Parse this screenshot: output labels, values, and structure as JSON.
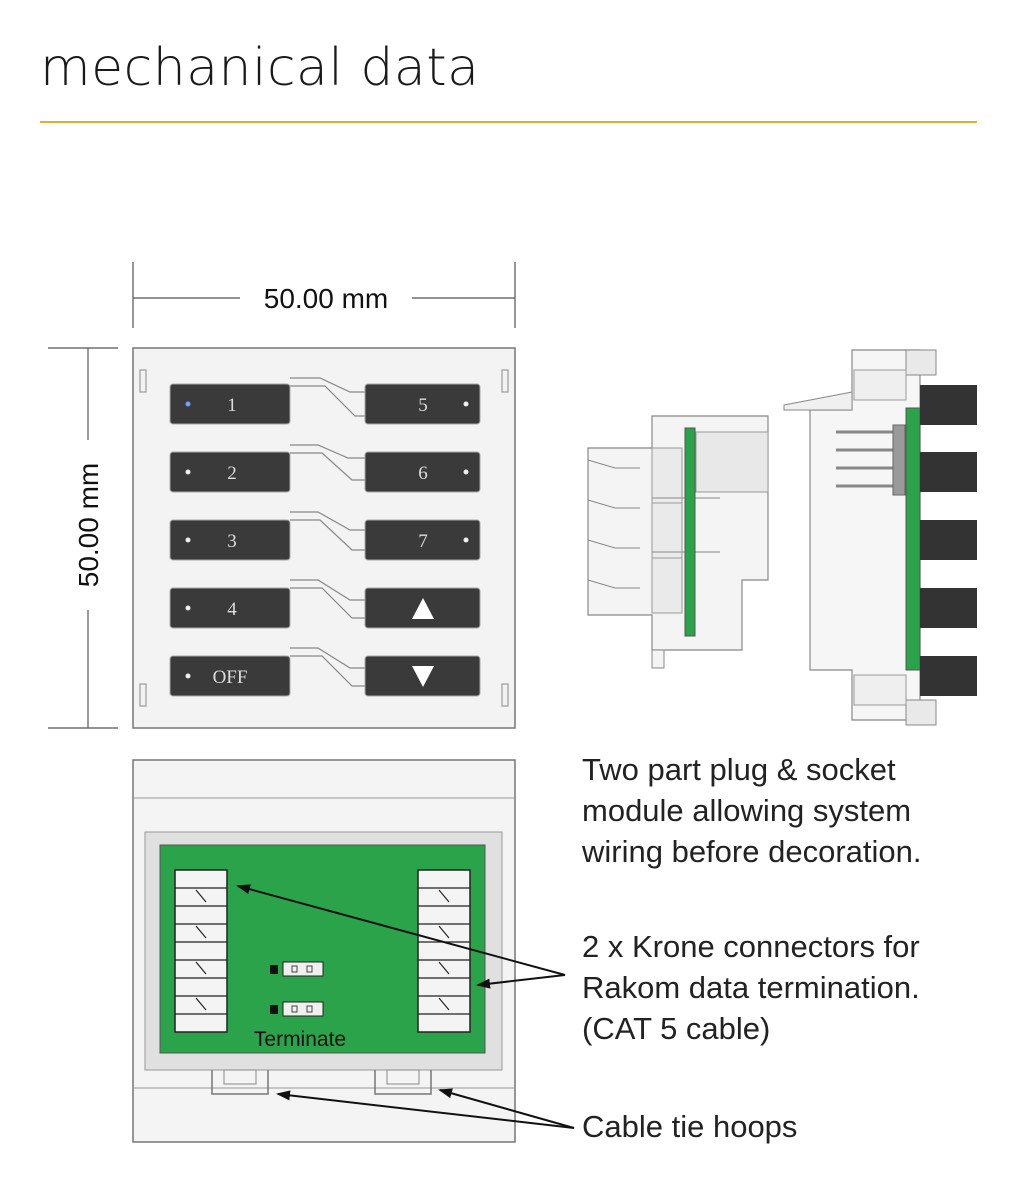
{
  "header": {
    "title": "mechanical data"
  },
  "dimensions": {
    "width_label": "50.00 mm",
    "height_label": "50.00 mm"
  },
  "keypad": {
    "left_buttons": [
      "1",
      "2",
      "3",
      "4",
      "OFF"
    ],
    "right_buttons": [
      "5",
      "6",
      "7"
    ],
    "arrow_up_icon": "triangle-up-icon",
    "arrow_down_icon": "triangle-down-icon"
  },
  "board": {
    "terminate_label": "Terminate"
  },
  "notes": {
    "plug_socket": [
      "Two part plug & socket",
      "module allowing system",
      "wiring before decoration."
    ],
    "krone": [
      "2 x Krone connectors for",
      "Rakom data termination.",
      "(CAT 5 cable)"
    ],
    "cable_tie": "Cable tie hoops"
  },
  "colors": {
    "accent_rule": "#f0a830",
    "pcb_green": "#2aa34a",
    "button_dark": "#3a3a3a"
  }
}
